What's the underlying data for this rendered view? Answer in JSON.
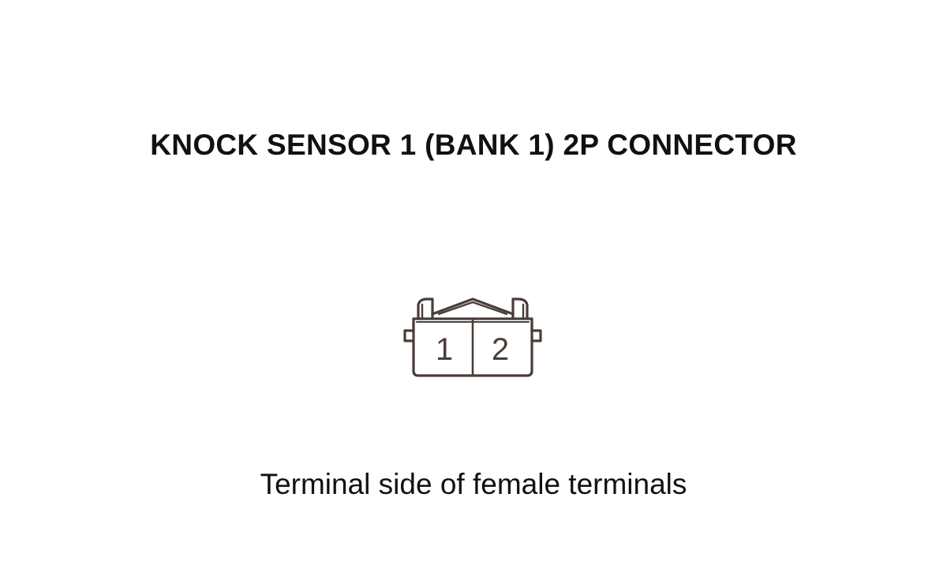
{
  "diagram": {
    "title": "KNOCK SENSOR 1 (BANK 1) 2P CONNECTOR",
    "connector": {
      "terminals": [
        "1",
        "2"
      ]
    },
    "caption": "Terminal side of female terminals",
    "colors": {
      "stroke": "#4a3d38",
      "text": "#111111",
      "background": "#ffffff"
    }
  }
}
